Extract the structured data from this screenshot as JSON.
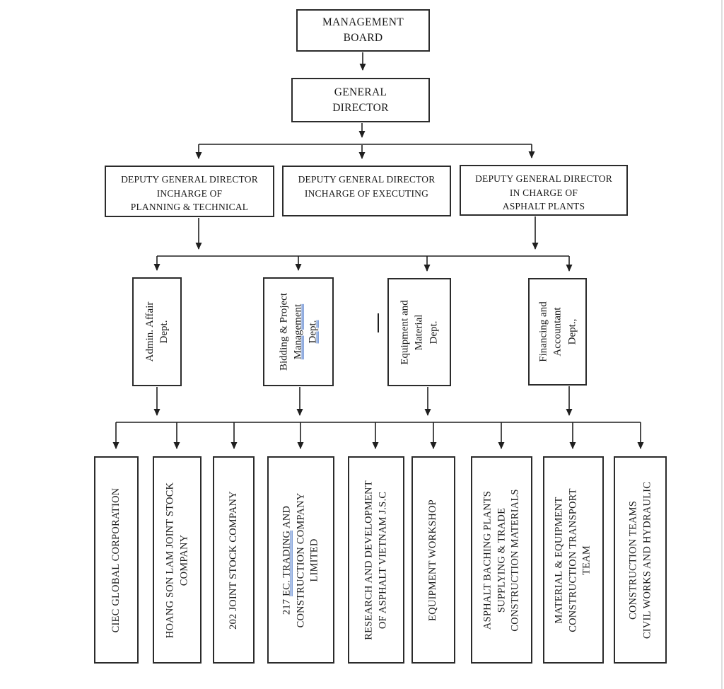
{
  "colors": {
    "line": "#1f1f1f",
    "box_border": "#2b2b2b",
    "text": "#1a1a1a",
    "grammar_underline_blue": "#3a6bc5",
    "page_edge": "#dedede"
  },
  "top": {
    "management_board": "MANAGEMENT\nBOARD",
    "general_director": "GENERAL\nDIRECTOR"
  },
  "deputies": [
    {
      "label": "DEPUTY GENERAL DIRECTOR\nINCHARGE OF\nPLANNING & TECHNICAL"
    },
    {
      "label": "DEPUTY GENERAL DIRECTOR\nINCHARGE OF EXECUTING"
    },
    {
      "label": "DEPUTY GENERAL DIRECTOR\nIN CHARGE OF\nASPHALT PLANTS"
    }
  ],
  "departments": [
    {
      "label": "Admin. Affair\nDept."
    },
    {
      "label_pre": "Bidding & Project\n",
      "label_underlined": "Management\nDept."
    },
    {
      "label": "Equipment and\nMaterial\nDept."
    },
    {
      "label": "Financing and\nAccountant\nDept.,"
    }
  ],
  "units": [
    {
      "label": "CIEC GLOBAL CORPORATION"
    },
    {
      "label": "HOANG SON LAM JOINT STOCK\nCOMPANY"
    },
    {
      "label": "202 JOINT STOCK COMPANY"
    },
    {
      "label_pre": "217 ",
      "label_underlined": "EC. TRADING",
      "label_post": " AND\nCONSTRUCTION COMPANY\nLIMITED"
    },
    {
      "label": "RESEARCH AND DEVELOPMENT\nOF ASPHALT VIETNAM J.S.C"
    },
    {
      "label": "EQUIPMENT WORKSHOP"
    },
    {
      "label": "ASPHALT BACHING PLANTS\nSUPPLYING & TRADE\nCONSTRUCTION MATERIALS"
    },
    {
      "label": "MATERIAL & EQUIPMENT\nCONSTRUCTION TRANSPORT\nTEAM"
    },
    {
      "label": "CONSTRUCTION TEAMS\nCIVIL WORKS AND HYDRAULIC"
    }
  ]
}
